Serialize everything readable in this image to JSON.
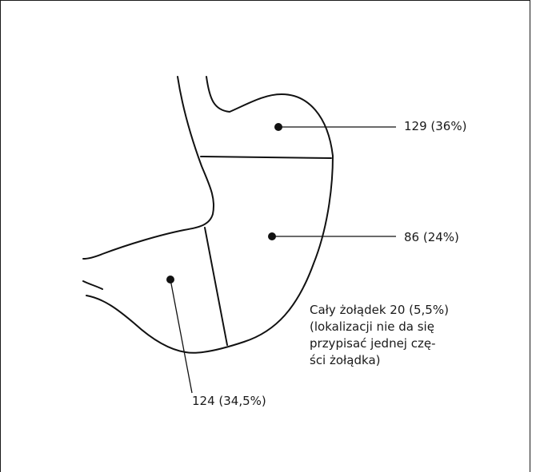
{
  "regions": {
    "fundus": {
      "label": "129 (36%)"
    },
    "body": {
      "label": "86 (24%)"
    },
    "antrum": {
      "label": "124 (34,5%)"
    }
  },
  "note": {
    "lines": [
      "Cały żołądek 20 (5,5%)",
      "(lokalizacji nie da się",
      "przypisać jednej czę-",
      "ści żołądka)"
    ]
  }
}
